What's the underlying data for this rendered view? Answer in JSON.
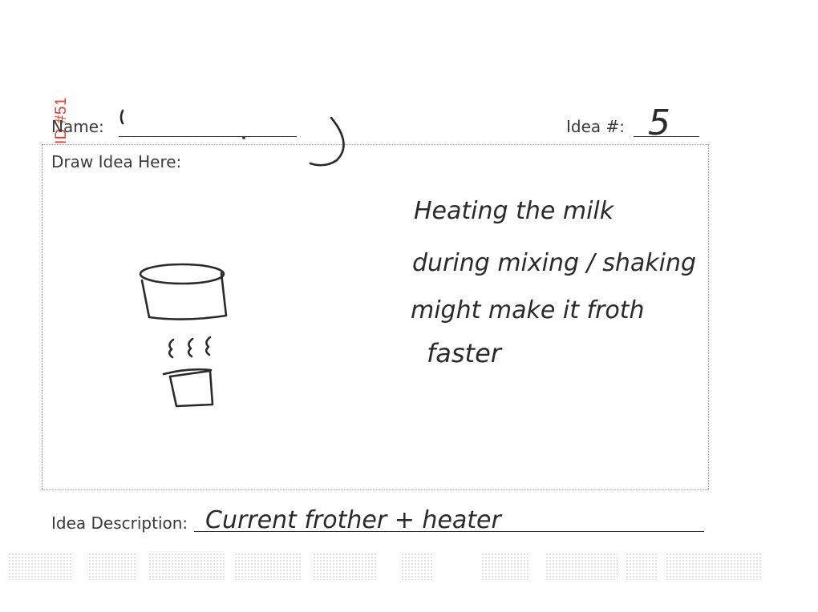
{
  "stamp": {
    "text": "ID #51"
  },
  "form": {
    "name_label": "Name:",
    "idea_number_label": "Idea #:",
    "draw_label": "Draw Idea Here:",
    "description_label": "Idea Description:"
  },
  "handwriting": {
    "idea_number": "5",
    "note_lines": [
      "Heating the milk",
      "during mixing / shaking",
      "might make it froth",
      "faster"
    ],
    "description": "Current frother + heater"
  }
}
